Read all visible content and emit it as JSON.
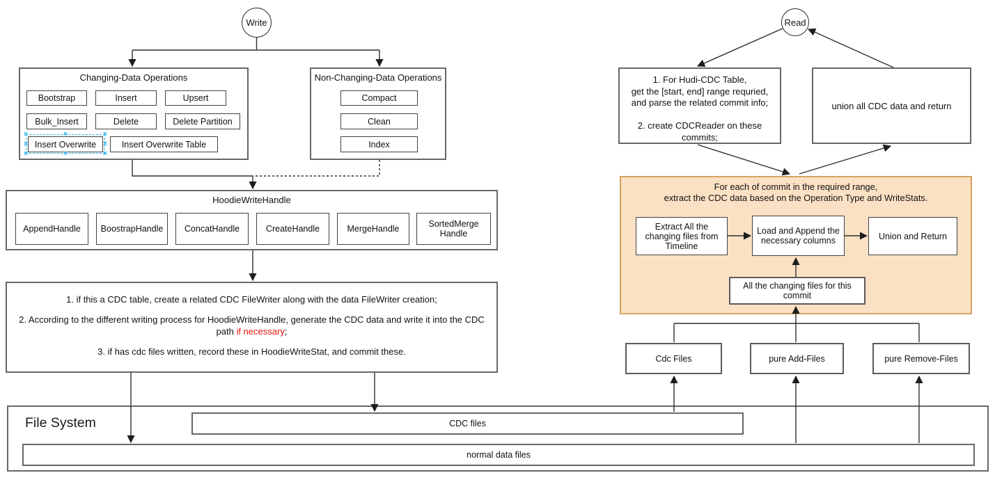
{
  "write_section": {
    "start_node": "Write",
    "changing_ops": {
      "title": "Changing-Data Operations",
      "items": [
        "Bootstrap",
        "Insert",
        "Upsert",
        "Bulk_Insert",
        "Delete",
        "Delete Partition",
        "Insert  Overwrite",
        "Insert  Overwrite Table"
      ],
      "selected_item": "Insert  Overwrite"
    },
    "non_changing_ops": {
      "title": "Non-Changing-Data Operations",
      "items": [
        "Compact",
        "Clean",
        "Index"
      ]
    },
    "write_handle": {
      "title": "HoodieWriteHandle",
      "items": [
        "AppendHandle",
        "BoostrapHandle",
        "ConcatHandle",
        "CreateHandle",
        "MergeHandle",
        "SortedMerge Handle"
      ]
    },
    "steps": {
      "step1": "1. if this a CDC table, create a related CDC FileWriter along with the data FileWriter creation;",
      "step2_prefix": "2. According to the different writing process for HoodieWriteHandle, generate the CDC data and write it into the CDC path ",
      "step2_highlight": "if necessary",
      "step2_suffix": ";",
      "step3": "3. if has cdc files written, record these in HoodieWriteStat, and commit these."
    }
  },
  "read_section": {
    "start_node": "Read",
    "range_box_lines": [
      "1. For Hudi-CDC Table,",
      "get the [start, end] range requried,",
      "and parse the related commit info;",
      "",
      "2. create CDCReader on these",
      "commits;"
    ],
    "union_box": "union all CDC data and return",
    "per_commit": {
      "title_line1": "For each of commit in the required range,",
      "title_line2": "extract the CDC data based on the Operation Type and WriteStats.",
      "extract_box": "Extract All the changing files from Timeline",
      "load_box": "Load and Append the necessary columns",
      "union_box": "Union and Return",
      "changing_files_box": "All the changing files for this commit"
    },
    "file_groups": [
      "Cdc Files",
      "pure Add-Files",
      "pure Remove-Files"
    ]
  },
  "file_system": {
    "title": "File System",
    "cdc_files": "CDC files",
    "normal_files": "normal data files"
  },
  "icons": {
    "selection_handle_glyph": "×"
  },
  "colors": {
    "selection_blue": "#29b6f2",
    "orange_fill": "#fbe1c4",
    "orange_border": "#d6a35f",
    "highlight_red": "#e8140c"
  }
}
